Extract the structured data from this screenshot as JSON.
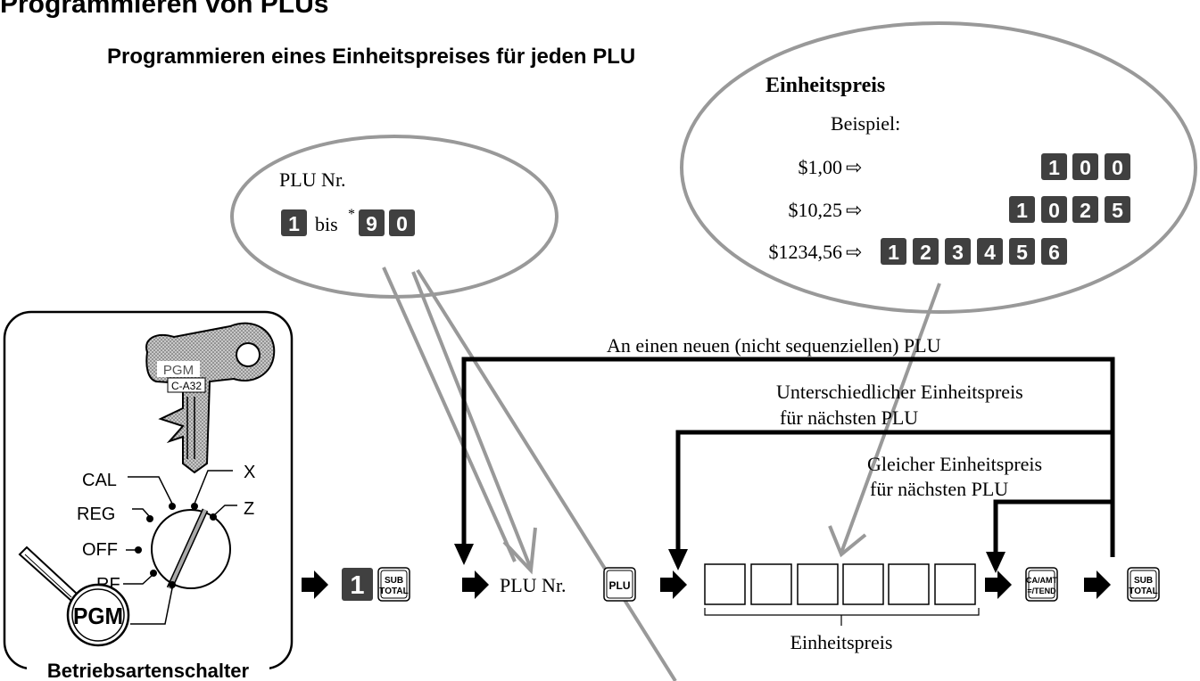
{
  "page": {
    "title": "Programmieren von PLUs",
    "subtitle": "Programmieren eines Einheitspreises für jeden PLU"
  },
  "bubble_plu": {
    "label": "PLU Nr.",
    "key_from": "1",
    "word_bis": "bis",
    "asterisk": "*",
    "key_to_1": "9",
    "key_to_2": "0"
  },
  "bubble_price": {
    "title": "Einheitspreis",
    "example_label": "Beispiel:",
    "rows": [
      {
        "amount": "$1,00",
        "arrow": "⇨",
        "keys": [
          "1",
          "0",
          "0"
        ]
      },
      {
        "amount": "$10,25",
        "arrow": "⇨",
        "keys": [
          "1",
          "0",
          "2",
          "5"
        ]
      },
      {
        "amount": "$1234,56",
        "arrow": "⇨",
        "keys": [
          "1",
          "2",
          "3",
          "4",
          "5",
          "6"
        ]
      }
    ]
  },
  "mode_switch": {
    "caption": "Betriebsartenschalter",
    "key_label_1": "PGM",
    "key_label_2": "C-A32",
    "positions": {
      "cal": "CAL",
      "reg": "REG",
      "off": "OFF",
      "rf": "RF",
      "x": "X",
      "z": "Z"
    },
    "active": "PGM"
  },
  "flow": {
    "key_1": "1",
    "subtotal_line1": "SUB",
    "subtotal_line2": "TOTAL",
    "plu_nr_label": "PLU Nr.",
    "plu_key": "PLU",
    "unit_price_label": "Einheitspreis",
    "ca_line1": "CA/AMT",
    "ca_line2": "=/TEND",
    "subtotal2_line1": "SUB",
    "subtotal2_line2": "TOTAL"
  },
  "loops": {
    "new_plu": "An einen neuen (nicht sequenziellen) PLU",
    "different_price_1": "Unterschiedlicher Einheitspreis",
    "different_price_2": "für nächsten PLU",
    "same_price_1": "Gleicher Einheitspreis",
    "same_price_2": "für nächsten PLU"
  }
}
